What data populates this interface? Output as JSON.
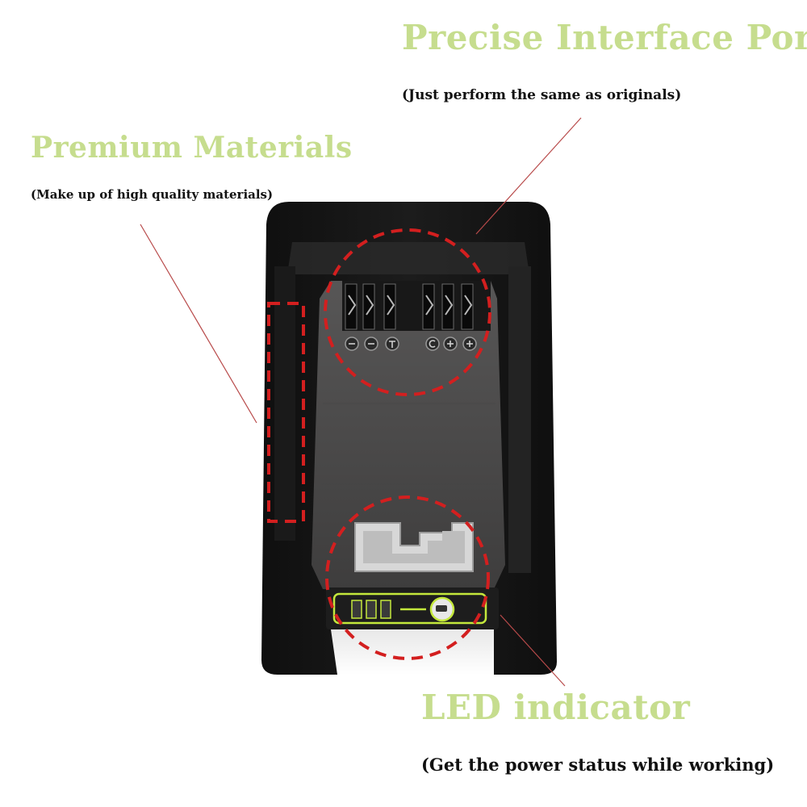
{
  "colors": {
    "title_green": "#c6dd8e",
    "callout_red": "#d31f1f",
    "led_green": "#c4e83c",
    "body_black": "#141414",
    "plate_grey": "#4a4949"
  },
  "callouts": {
    "port": {
      "title": "Precise Interface Port",
      "subtitle": "(Just perform the same as originals)"
    },
    "materials": {
      "title": "Premium Materials",
      "subtitle": "(Make up of high quality materials)"
    },
    "led": {
      "title": "LED indicator",
      "subtitle": "(Get the power status while working)"
    }
  },
  "product": {
    "name": "battery-adapter",
    "led_bars": 3,
    "terminal_symbols": [
      "-",
      "-",
      "T",
      "C",
      "+",
      "+"
    ]
  }
}
